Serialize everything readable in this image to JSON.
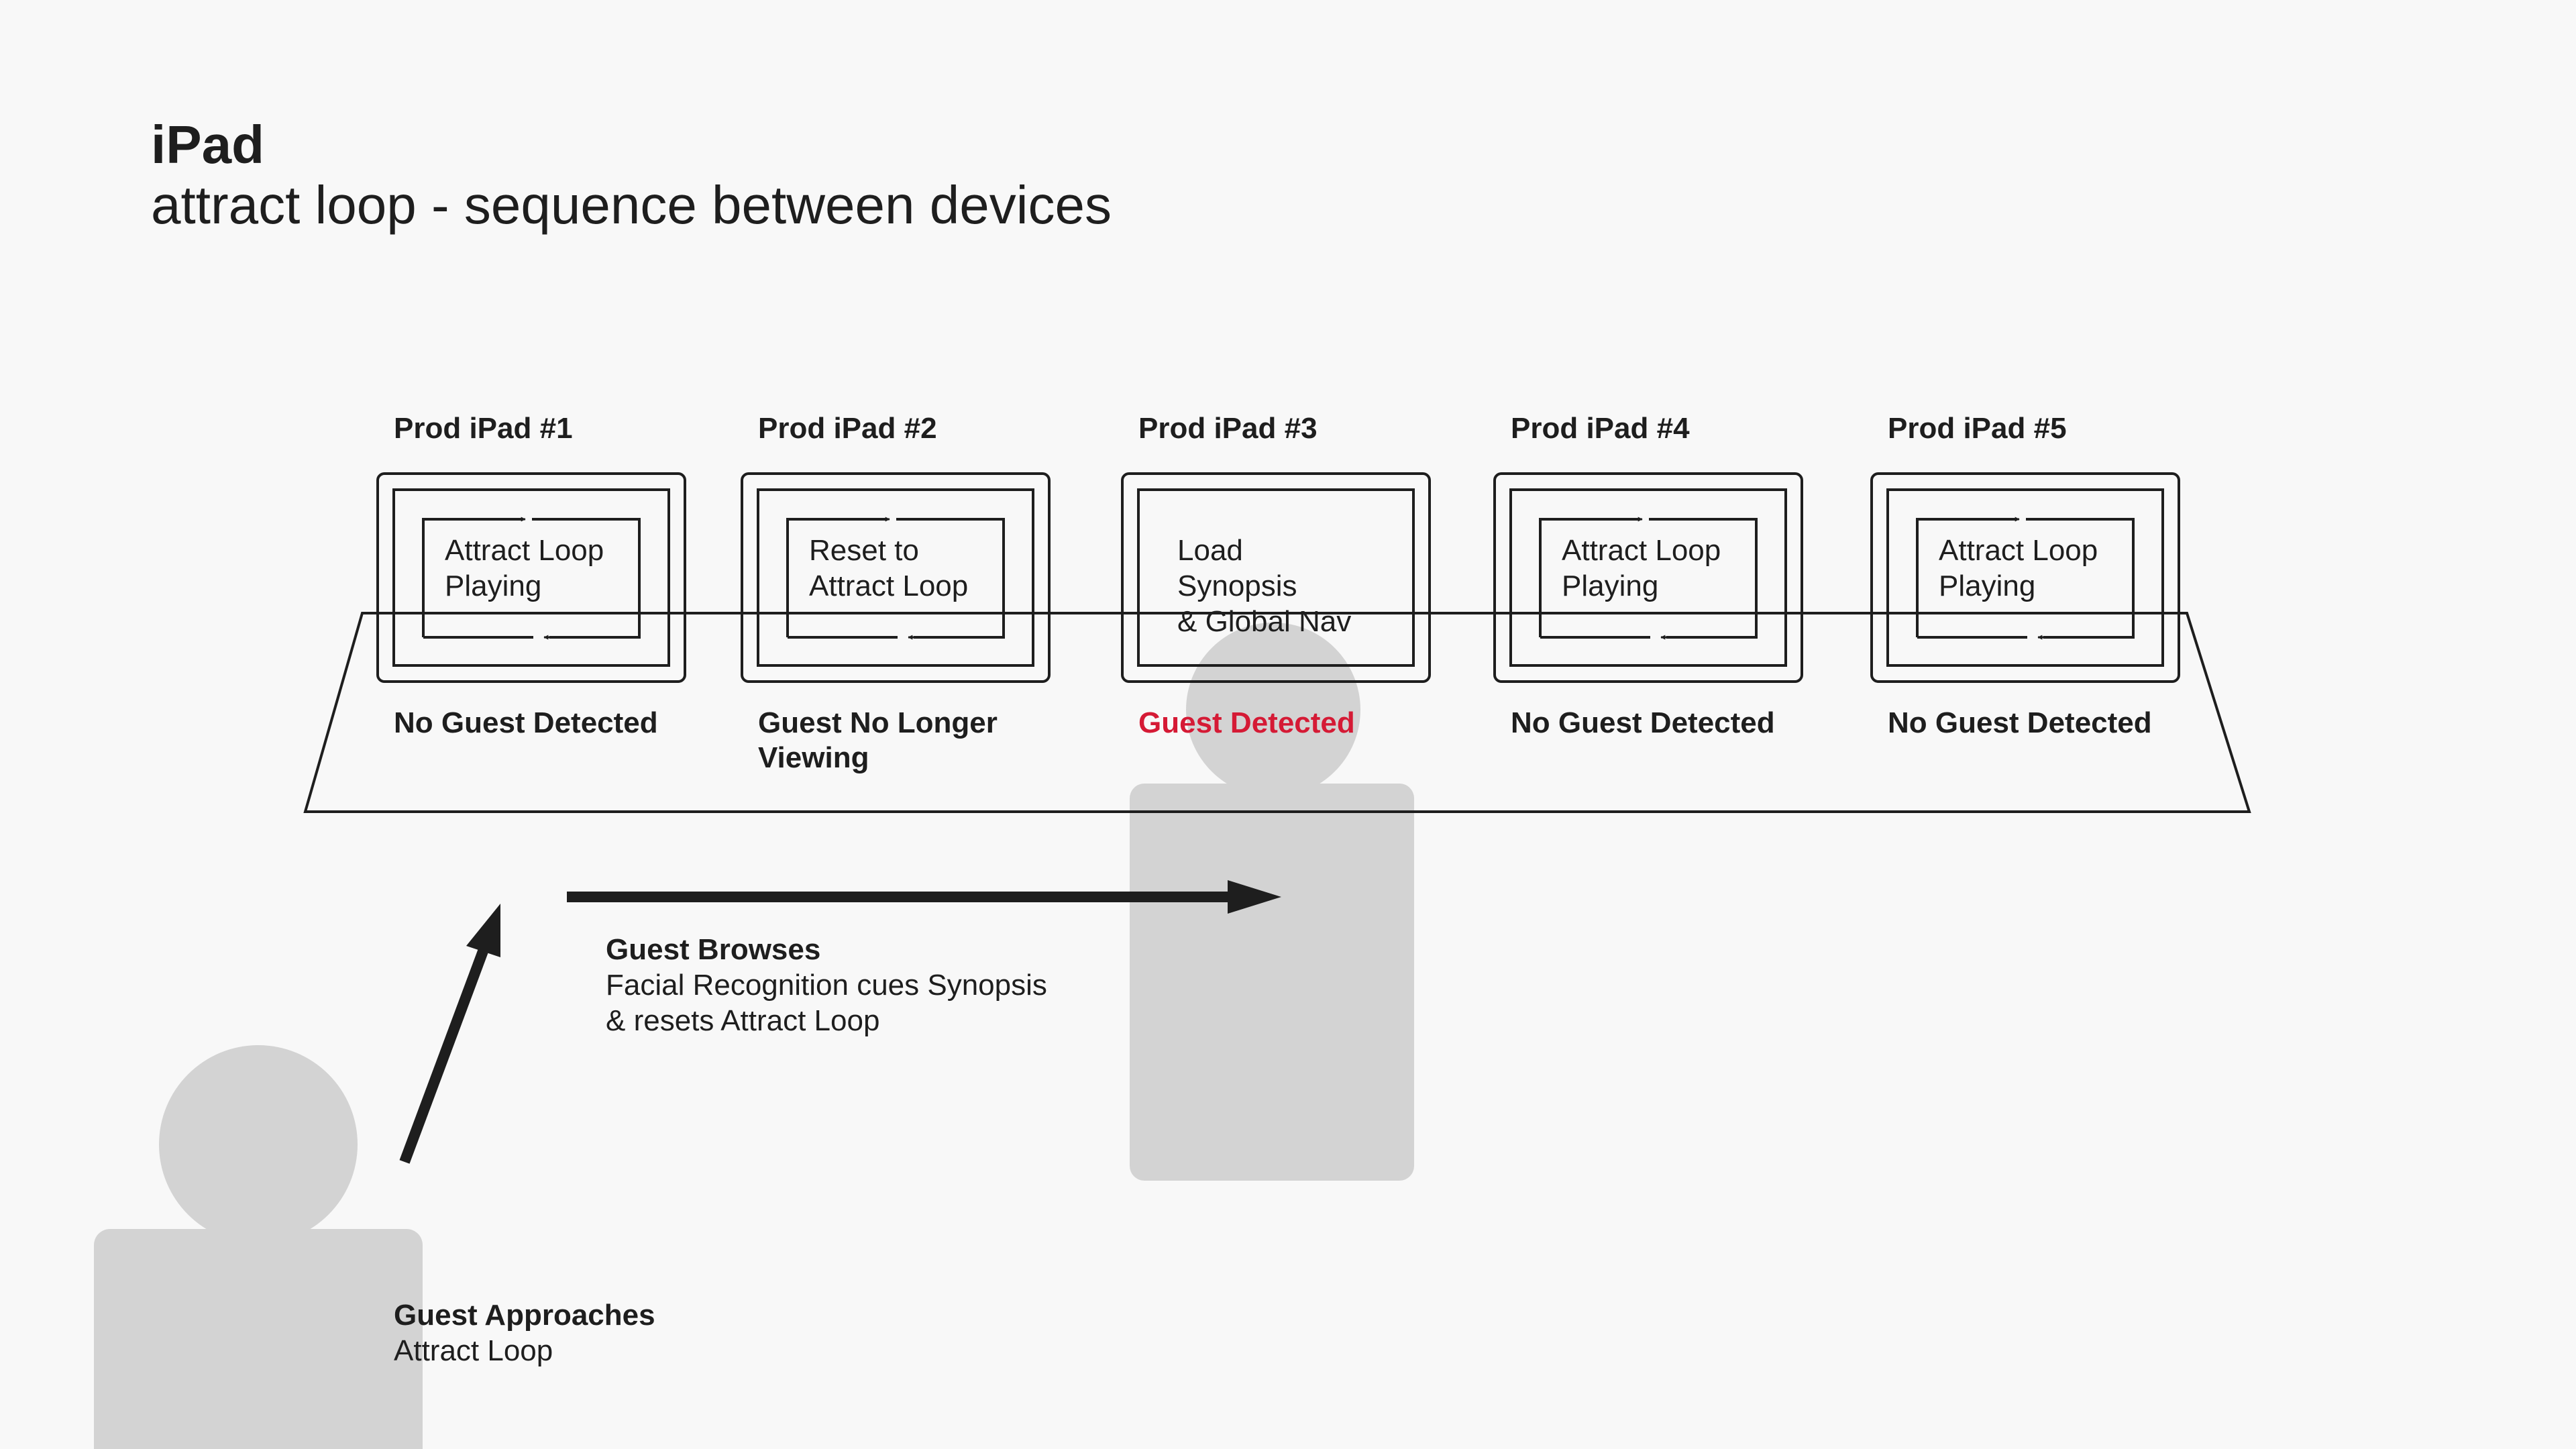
{
  "title": "iPad",
  "subtitle": "attract loop - sequence between devices",
  "devices": [
    {
      "name": "Prod iPad #1",
      "screen_text": "Attract Loop\nPlaying",
      "status": "No Guest Detected",
      "status_highlight": false
    },
    {
      "name": "Prod iPad #2",
      "screen_text": "Reset to\nAttract Loop",
      "status": "Guest No Longer\nViewing",
      "status_highlight": false
    },
    {
      "name": "Prod iPad #3",
      "screen_text": "Load\nSynopsis\n& Global Nav",
      "status": "Guest Detected",
      "status_highlight": true
    },
    {
      "name": "Prod iPad #4",
      "screen_text": "Attract Loop\nPlaying",
      "status": "No Guest Detected",
      "status_highlight": false
    },
    {
      "name": "Prod iPad #5",
      "screen_text": "Attract Loop\nPlaying",
      "status": "No Guest Detected",
      "status_highlight": false
    }
  ],
  "captions": {
    "browse": {
      "title": "Guest Browses",
      "lines": [
        "Facial Recognition cues Synopsis",
        "& resets Attract Loop"
      ]
    },
    "approach": {
      "title": "Guest Approaches",
      "lines": [
        "Attract Loop"
      ]
    }
  },
  "colors": {
    "background": "#f8f8f8",
    "ink": "#1e1e1e",
    "highlight": "#d51a35",
    "guest_figure": "#d3d3d3"
  }
}
